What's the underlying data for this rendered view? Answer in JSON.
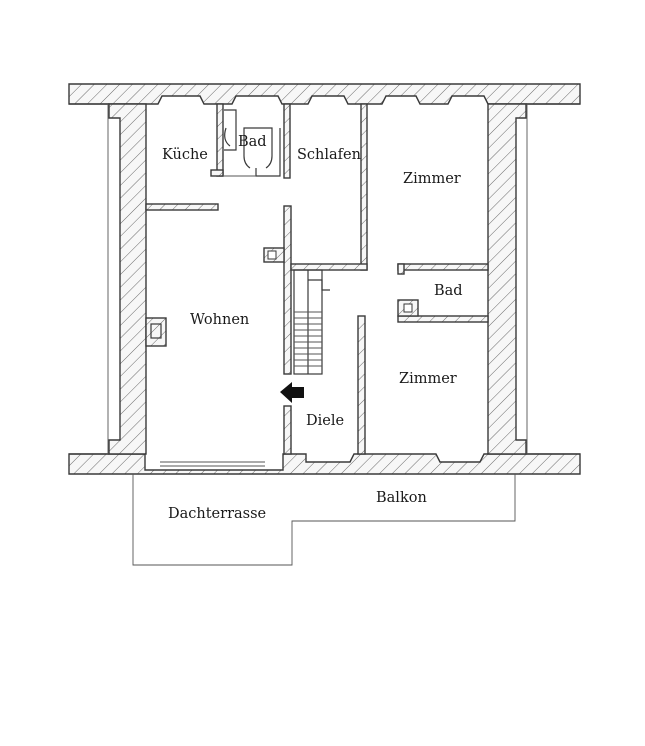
{
  "rooms": {
    "kueche": "Küche",
    "bad_top": "Bad",
    "schlafen": "Schlafen",
    "zimmer_top": "Zimmer",
    "wohnen": "Wohnen",
    "bad_right": "Bad",
    "zimmer_bottom": "Zimmer",
    "diele": "Diele"
  },
  "outdoor": {
    "dachterrasse": "Dachterrasse",
    "balkon": "Balkon"
  },
  "icons": {
    "entrance": "entrance-arrow-icon"
  }
}
